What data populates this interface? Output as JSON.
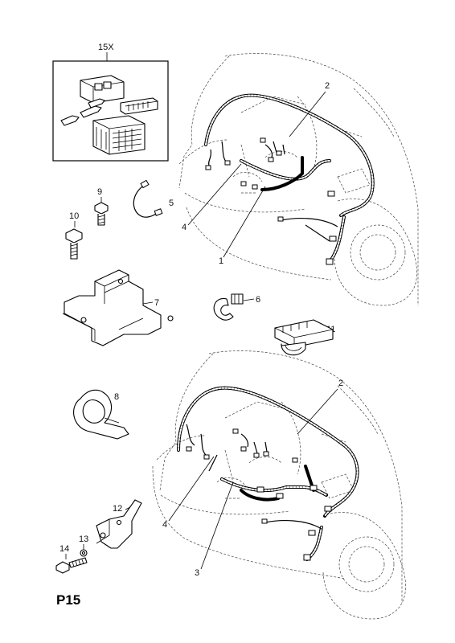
{
  "page_code": "P15",
  "callouts": {
    "c15x": "15X",
    "c1": "1",
    "c2_top": "2",
    "c2_bottom": "2",
    "c3": "3",
    "c4_top": "4",
    "c4_bottom": "4",
    "c5": "5",
    "c6": "6",
    "c7": "7",
    "c8": "8",
    "c9": "9",
    "c10": "10",
    "c11": "11",
    "c12": "12",
    "c13": "13",
    "c14": "14"
  }
}
